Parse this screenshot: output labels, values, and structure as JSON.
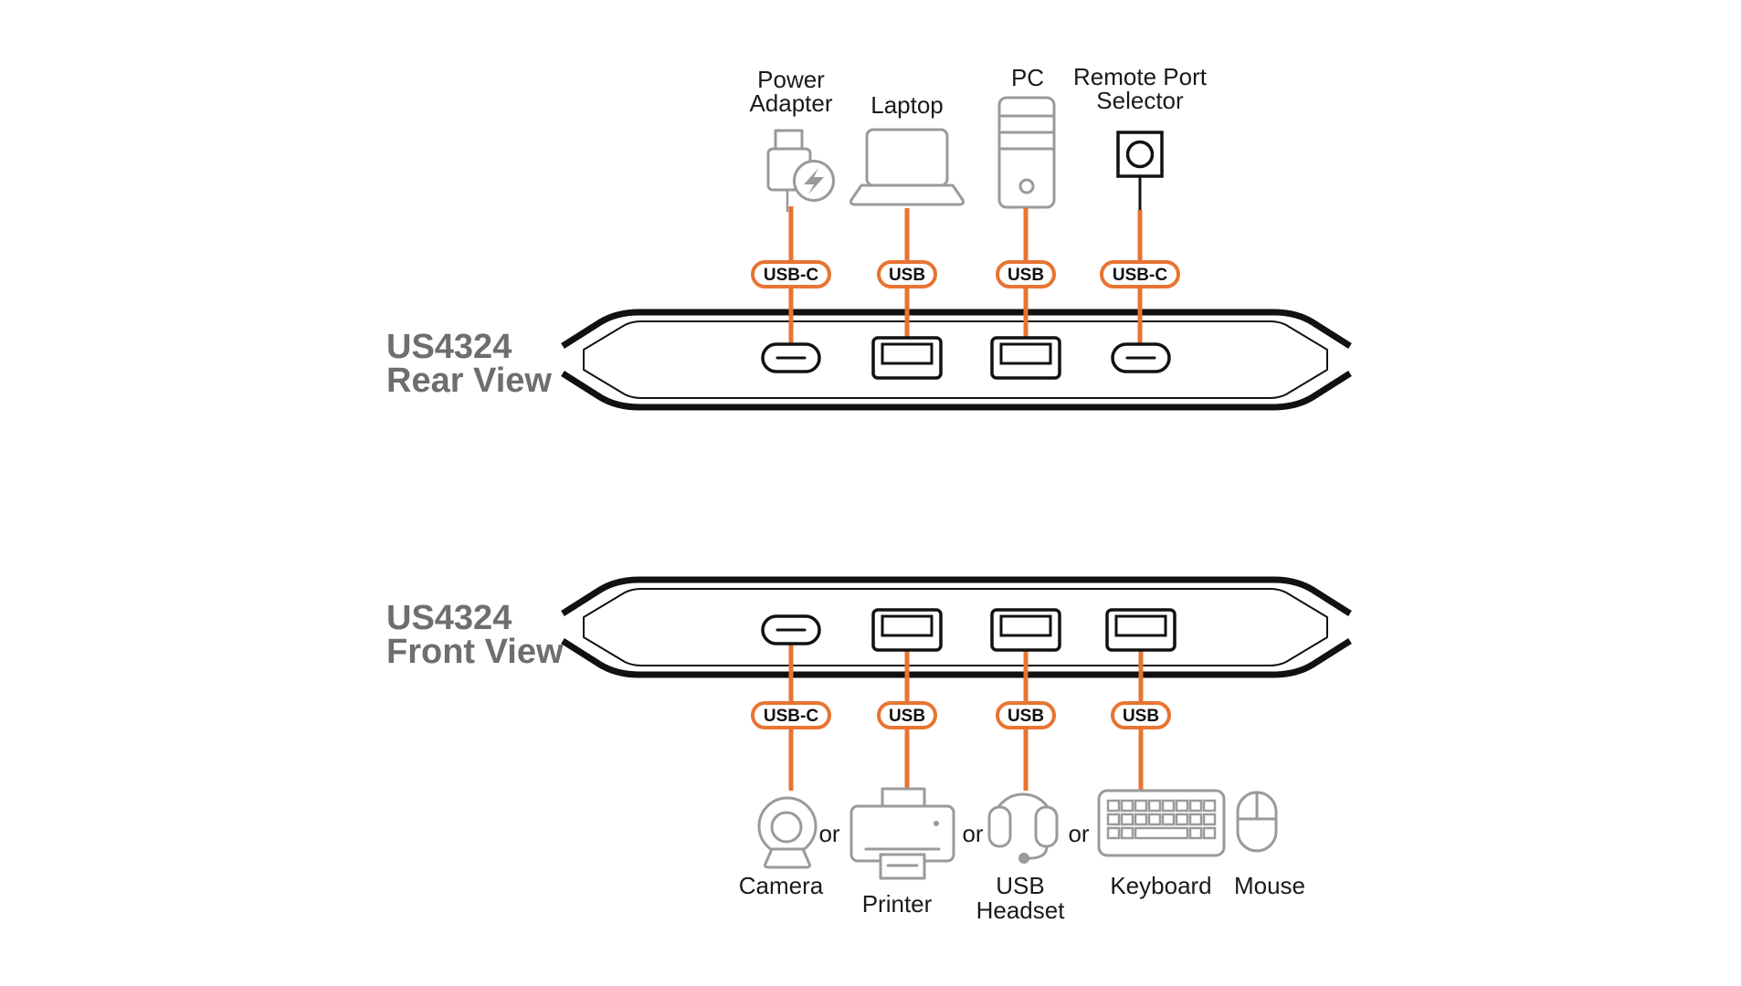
{
  "diagram": {
    "or_label": "or",
    "top_devices": [
      {
        "name": "Power Adapter",
        "lines": [
          "Power",
          "Adapter"
        ]
      },
      {
        "name": "Laptop",
        "lines": [
          "Laptop"
        ]
      },
      {
        "name": "PC",
        "lines": [
          "PC"
        ]
      },
      {
        "name": "Remote Port Selector",
        "lines": [
          "Remote Port",
          "Selector"
        ]
      }
    ],
    "rear": {
      "title_lines": [
        "US4324",
        "Rear View"
      ],
      "port_badges": [
        "USB-C",
        "USB",
        "USB",
        "USB-C"
      ]
    },
    "front": {
      "title_lines": [
        "US4324",
        "Front View"
      ],
      "port_badges": [
        "USB-C",
        "USB",
        "USB",
        "USB"
      ]
    },
    "bottom_devices": [
      {
        "name": "Camera",
        "lines": [
          "Camera"
        ]
      },
      {
        "name": "Printer",
        "lines": [
          "Printer"
        ]
      },
      {
        "name": "USB Headset",
        "lines": [
          "USB",
          "Headset"
        ]
      },
      {
        "name": "Keyboard",
        "lines": [
          "Keyboard"
        ]
      },
      {
        "name": "Mouse",
        "lines": [
          "Mouse"
        ]
      }
    ],
    "colors": {
      "accent_orange": "#e87432",
      "icon_gray": "#9a9a9a",
      "title_gray": "#6e6e6e",
      "outline_black": "#111111",
      "background": "#ffffff"
    }
  }
}
